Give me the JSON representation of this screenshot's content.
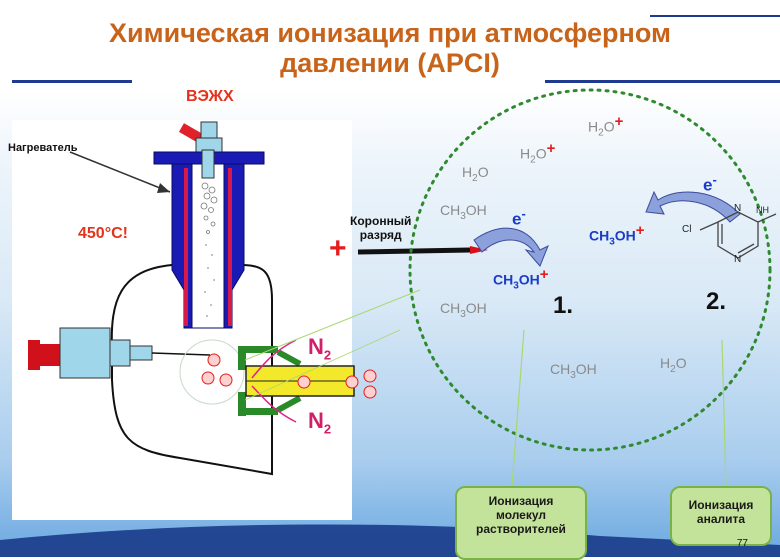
{
  "title": {
    "line1": "Химическая ионизация при атмосферном",
    "line2": "давлении (APCI)"
  },
  "labels": {
    "hplc": "ВЭЖХ",
    "heater": "Нагреватель",
    "temperature": "450°C!",
    "n2_top": "N",
    "n2_bottom": "N",
    "n2_sub": "2",
    "corona_line1": "Коронный",
    "corona_line2": "разряд",
    "plus": "+",
    "electron": "e",
    "minus": "-",
    "step1": "1.",
    "step2": "2.",
    "cl": "Cl",
    "n": "N",
    "nh": "NH"
  },
  "chem": {
    "h2o": "H",
    "h2o_sub": "2",
    "h2o_tail": "O",
    "ch3oh_head": "CH",
    "ch3oh_sub": "3",
    "ch3oh_tail": "OH"
  },
  "boxes": {
    "solvent": [
      "Ионизация",
      "молекул",
      "растворителей"
    ],
    "analyte": [
      "Ионизация",
      "аналита"
    ]
  },
  "page_number": "77",
  "colors": {
    "title": "#c8641a",
    "hplc": "#e4321c",
    "blue_body": "#1a1ab4",
    "ion_red": "#e41c1c",
    "chem_gray": "#8a8a8a",
    "chem_blue": "#1a3cc8",
    "green_circle": "#2f8a2f",
    "box_fill": "#c4e39a"
  }
}
